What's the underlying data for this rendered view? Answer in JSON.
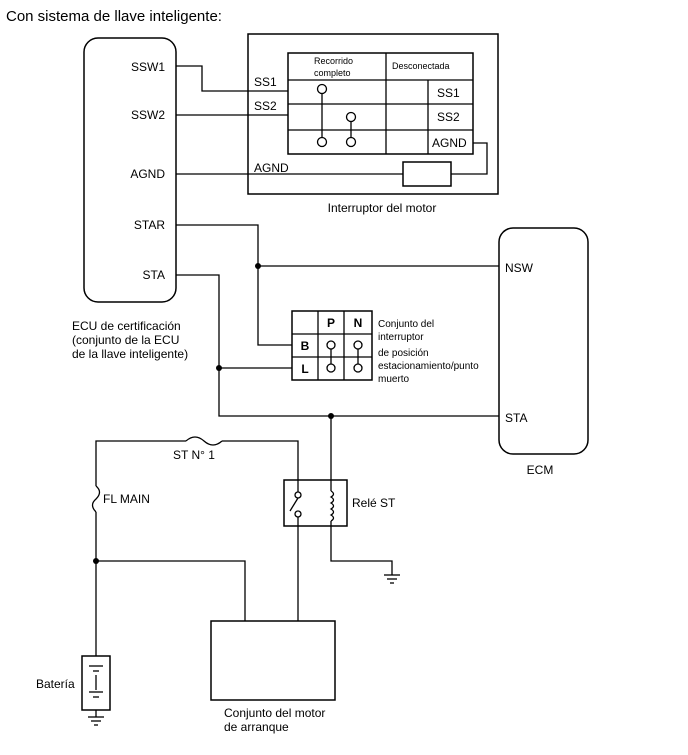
{
  "title": "Con sistema de llave inteligente:",
  "ecu": {
    "pins": [
      "SSW1",
      "SSW2",
      "AGND",
      "STAR",
      "STA"
    ],
    "caption": [
      "ECU de certificación",
      "(conjunto de la ECU",
      "de la llave inteligente)"
    ]
  },
  "engine_switch": {
    "ports": [
      "SS1",
      "SS2",
      "AGND"
    ],
    "table_header": {
      "col1_line1": "Recorrido",
      "col1_line2": "completo",
      "col2": "Desconectada"
    },
    "table_rows": [
      "SS1",
      "SS2",
      "AGND"
    ],
    "caption": "Interruptor del motor"
  },
  "ecm": {
    "pins": [
      "NSW",
      "STA"
    ],
    "caption": "ECM"
  },
  "park_neutral_switch": {
    "columns": [
      "P",
      "N"
    ],
    "rows": [
      "B",
      "L"
    ],
    "caption": [
      "Conjunto del",
      "interruptor",
      "de posición",
      "estacionamiento/punto",
      "muerto"
    ]
  },
  "fuse_st": "ST N° 1",
  "fuse_main": "FL MAIN",
  "relay": "Relé ST",
  "battery": "Batería",
  "starter": [
    "Conjunto del motor",
    "de arranque"
  ]
}
